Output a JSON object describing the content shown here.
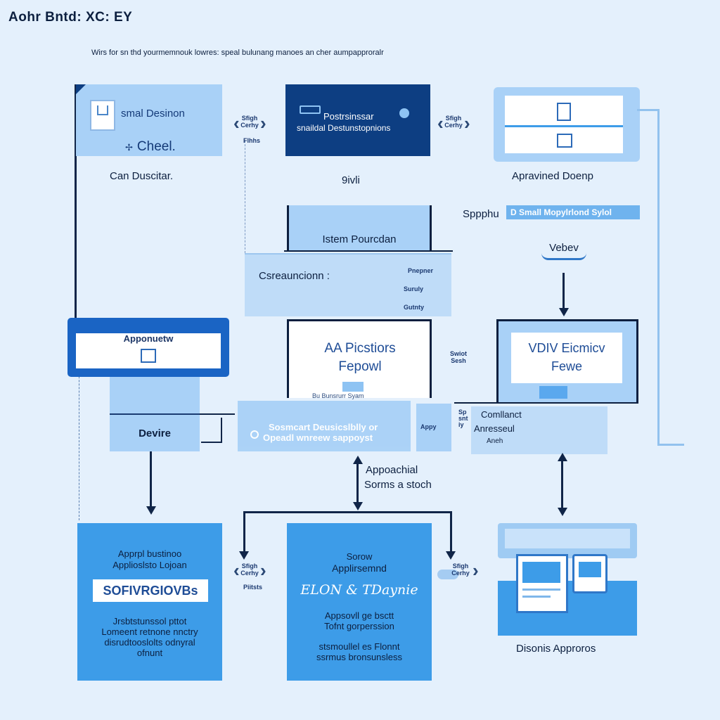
{
  "header": {
    "title": "Aohr Bntd: XC: EY",
    "subtitle": "Wirs for sn thd yourmemnouk lowres: speal bulunang manoes an cher aumpapproralr"
  },
  "nodes": {
    "small_design": {
      "line1": "smal Desinon",
      "line2": "Cheel.",
      "caption": "Can Duscitar."
    },
    "dark_box": {
      "line1": "Postrsinssar",
      "line2": "snaildal Destunstopnions",
      "caption": "9ivli"
    },
    "approved_doc": {
      "caption": "Apravined Doenp"
    },
    "supply": {
      "label": "Sppphu",
      "badge": "D Small Mopylrlond Sylol"
    },
    "review_pill": {
      "label": "Vebev"
    },
    "system_program": {
      "label": "Istem Pourcdan"
    },
    "classification": {
      "label": "Csreauncionn :",
      "tags": [
        "Pnepner",
        "Suruly",
        "Gutnty"
      ]
    },
    "approval_view": {
      "label": "Apponuetw"
    },
    "ai_practitioners": {
      "line1": "AA Picstiors",
      "line2": "Fepowl",
      "footer": "Bu Bunsrurr Syam"
    },
    "vdiv_review": {
      "line1": "VDIV Eicmicv",
      "line2": "Fewe"
    },
    "device": {
      "label": "Devire"
    },
    "social_banner": {
      "line1": "Sosmcart Deusicslblly or",
      "line2": "Opeadl wnreew sappoyst"
    },
    "consult": {
      "line1": "Comllanct",
      "line2": "Anresseul",
      "line3": "Aneh"
    },
    "side_tags": [
      "Appy",
      "Spsntiy"
    ],
    "application_scope": {
      "line1": "Appoachial",
      "line2": "Sorms a stoch"
    },
    "bottom_left": {
      "line1": "Apprpl bustinoo",
      "line2": "Applioslsto Lojoan",
      "badge": "SOFIVRGIOVBs",
      "body1": "Jrsbtstunssol pttot",
      "body2": "Lomeent retnone nnctry",
      "body3": "disrudtooslolts odnyral",
      "body4": "ofnunt"
    },
    "bottom_mid": {
      "line1": "Sorow",
      "line2": "Applirsemnd",
      "handwritten": "ELON & TDaynie",
      "body1": "Appsovll ge bsctt",
      "body2": "Tofnt gorperssion",
      "body3": "stsmoullel es Flonnt",
      "body4": "ssrmus bronsunsless"
    },
    "bottom_right": {
      "caption": "Disonis Approros"
    }
  },
  "connectors": {
    "tag_a": [
      "Sfigh",
      "Cerhy"
    ],
    "tag_b": [
      "Sfigh",
      "Cerhy"
    ],
    "tag_c": [
      "Swiot",
      "Sesh"
    ],
    "tag_d": [
      "Sfigh",
      "Cerhy"
    ],
    "tag_e": [
      "Sfigh",
      "Cerhy"
    ],
    "tag_a_under": "Flhhs",
    "tag_d_under": "Piitsts"
  },
  "icons": {
    "document": "document-icon",
    "house": "house-icon",
    "laptop": "laptop-icon",
    "chat": "chat-icon",
    "server": "server-icon",
    "chevron": "double-chevron-icon"
  },
  "colors": {
    "background": "#e4f0fc",
    "dark_navy": "#0d3e82",
    "accent_blue": "#3d9ce8",
    "light_blue": "#bfdcf8",
    "line": "#102548"
  }
}
